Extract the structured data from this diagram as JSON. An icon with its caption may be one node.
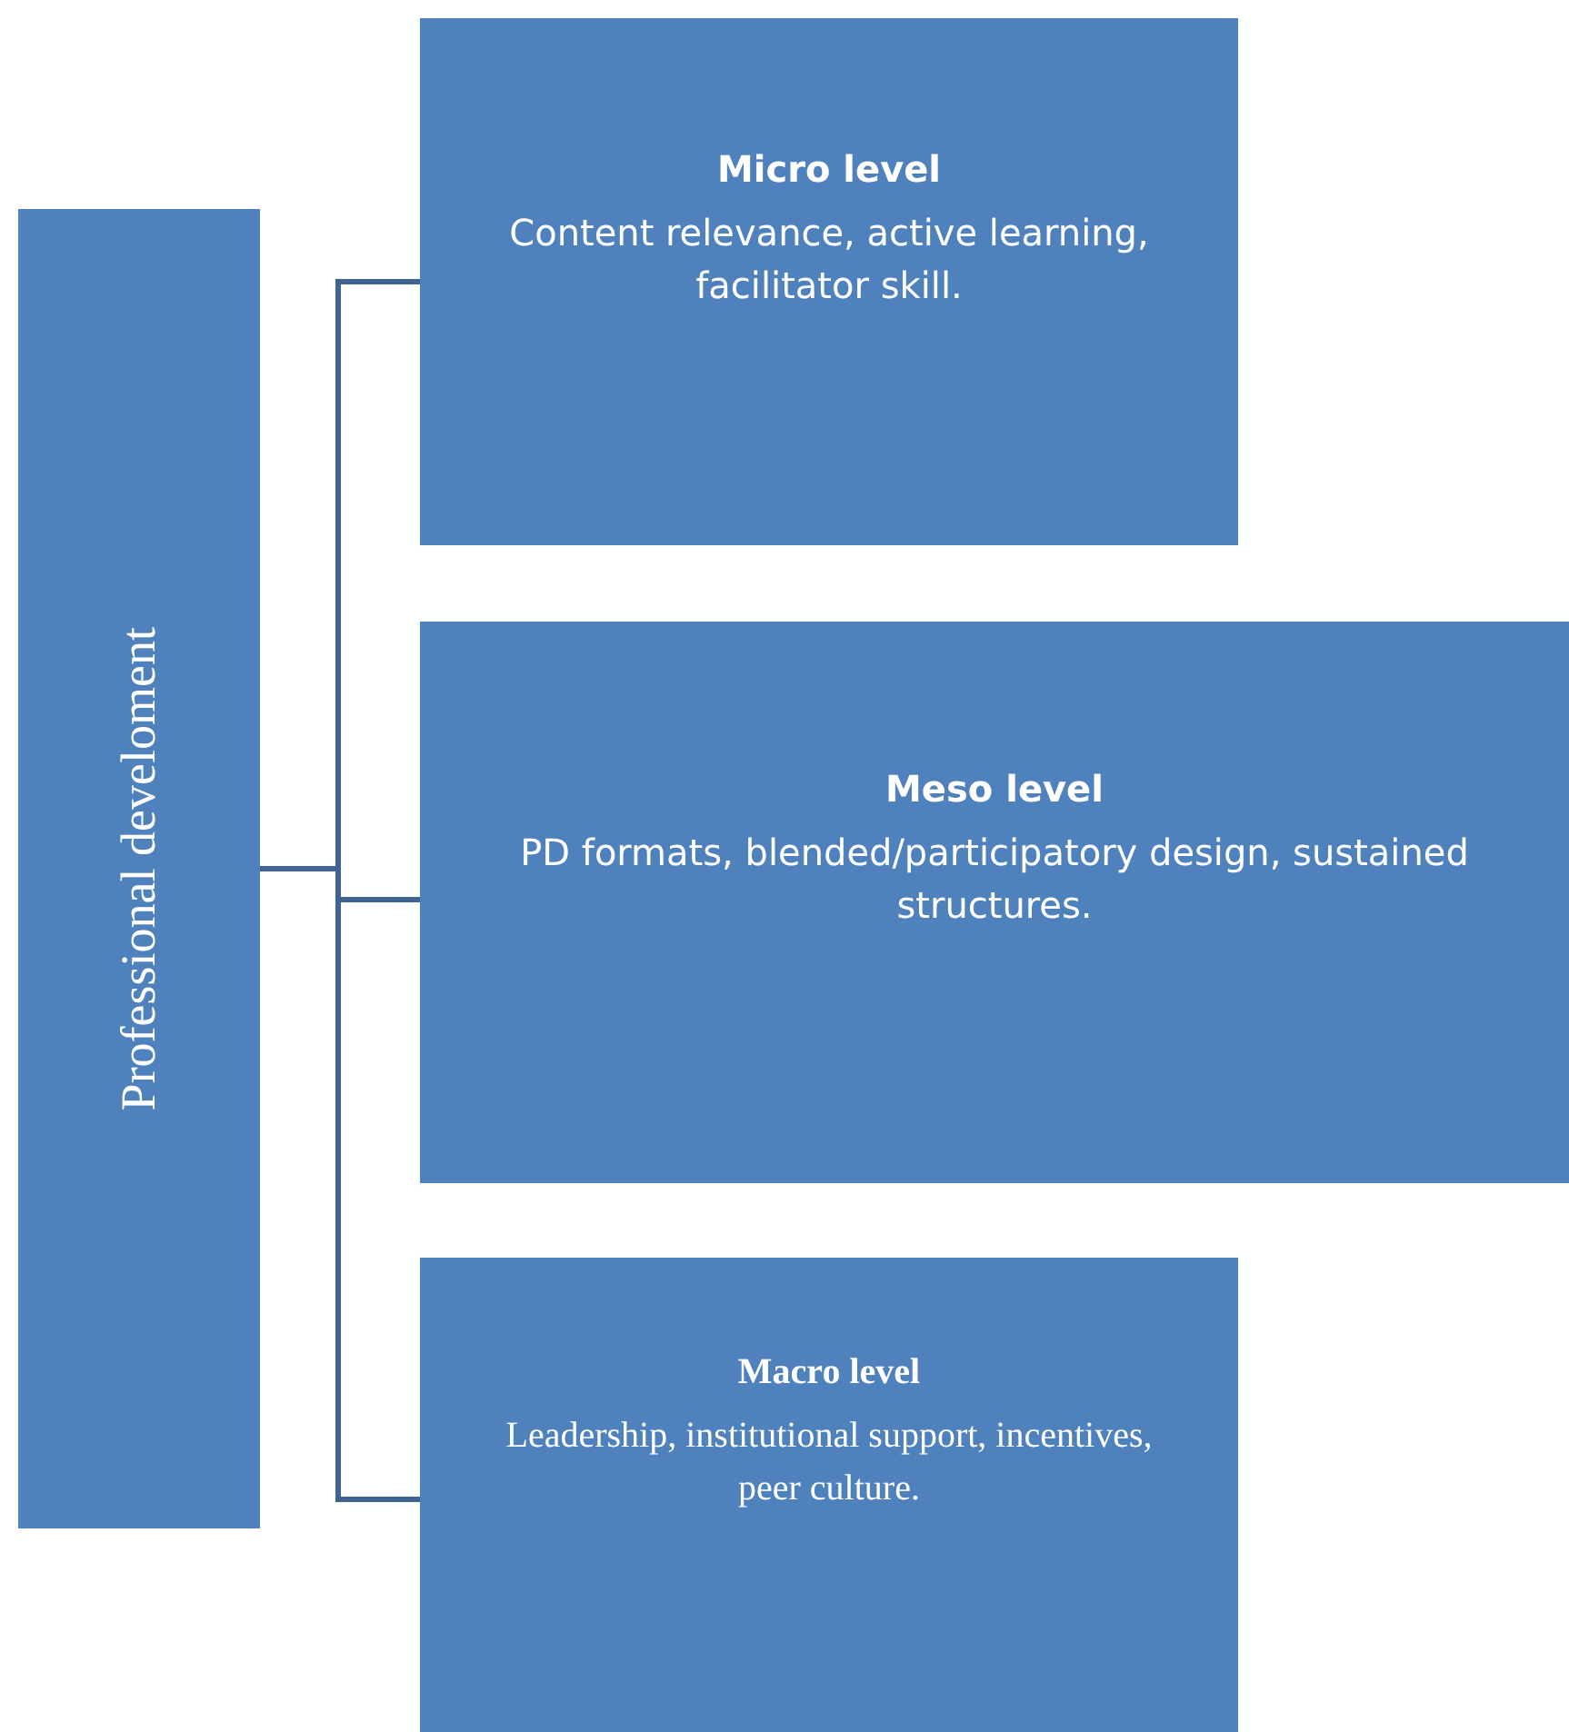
{
  "diagram": {
    "nodes": [
      {
        "text": [
          "Professional develoment"
        ]
      },
      {
        "text": [
          "Micro level",
          "Content relevance, active learning, facilitator skill."
        ]
      },
      {
        "text": [
          "Meso level",
          "PD formats, blended/participatory design, sustained structures."
        ]
      },
      {
        "text": [
          "Macro level",
          "Leadership, institutional support, incentives, peer culture."
        ]
      }
    ],
    "edges": [
      {
        "from": 0,
        "to": 1,
        "arrow": "none"
      },
      {
        "from": 0,
        "to": 2,
        "arrow": "none"
      },
      {
        "from": 0,
        "to": 3,
        "arrow": "none"
      }
    ]
  }
}
